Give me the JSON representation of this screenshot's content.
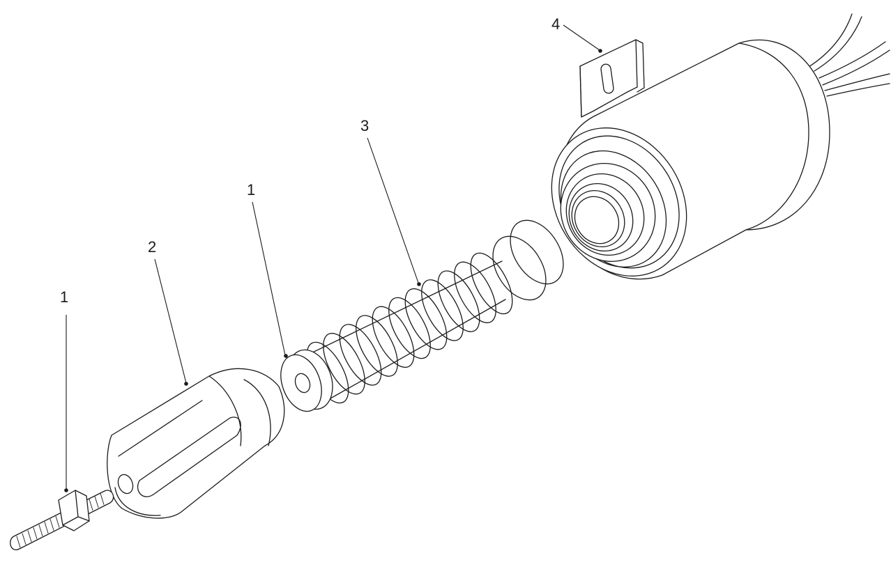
{
  "callouts": [
    {
      "id": "nut",
      "label": "1"
    },
    {
      "id": "plunger-body",
      "label": "2"
    },
    {
      "id": "washer",
      "label": "1"
    },
    {
      "id": "spring",
      "label": "3"
    },
    {
      "id": "solenoid",
      "label": "4"
    }
  ],
  "colors": {
    "ink": "#1a1a1a",
    "paper": "#ffffff"
  }
}
